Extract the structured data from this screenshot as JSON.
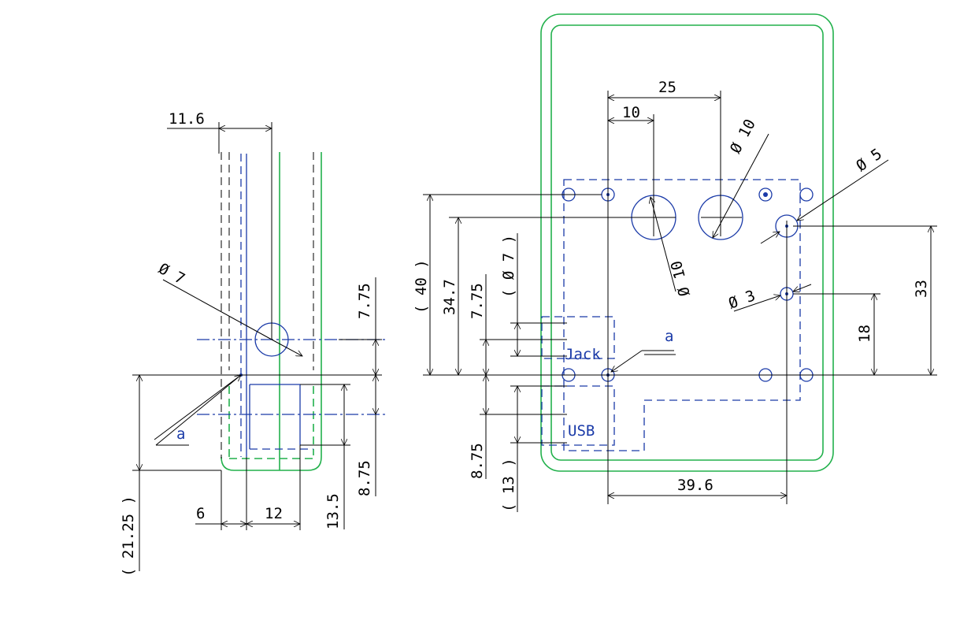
{
  "side_view": {
    "dims": {
      "d11_6": "11.6",
      "d7_75": "7.75",
      "d8_75": "8.75",
      "d13_5": "13.5",
      "d21_25": "( 21.25 )",
      "d6": "6",
      "d12": "12",
      "dia7": "Ø 7",
      "ref_a": "a"
    }
  },
  "front_view": {
    "dims": {
      "d25": "25",
      "d10": "10",
      "dia10_top": "Ø 10",
      "dia10_mid": "Ø 10",
      "dia5": "Ø 5",
      "dia3": "Ø 3",
      "d40": "( 40 )",
      "d34_7": "34.7",
      "d7_75": "7.75",
      "dia7_ref": "( Ø 7 )",
      "d33": "33",
      "d18": "18",
      "d8_75": "8.75",
      "d13": "( 13 )",
      "d39_6": "39.6",
      "ref_a": "a"
    },
    "labels": {
      "jack": "Jack",
      "usb": "USB"
    }
  },
  "colors": {
    "outline": "#22b14c",
    "hidden_parts": "#1a3aa8",
    "dimension": "#000000"
  }
}
